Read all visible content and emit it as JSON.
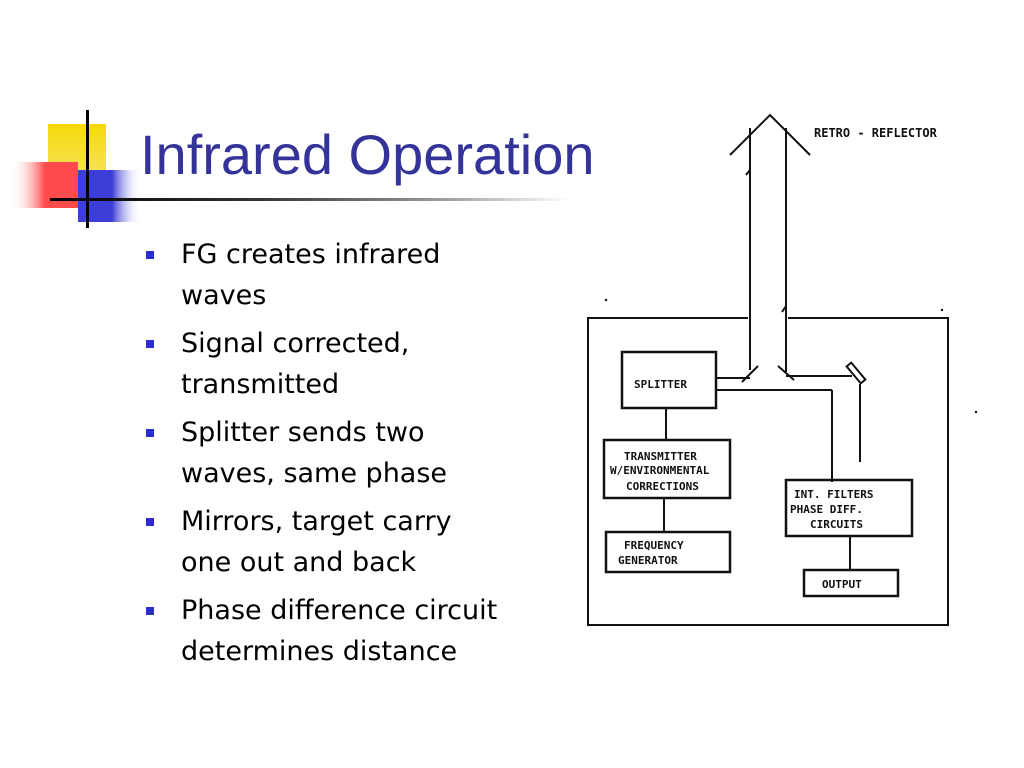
{
  "slide": {
    "title": "Infrared Operation",
    "bullets": [
      {
        "lines": [
          "FG creates infrared",
          "waves"
        ]
      },
      {
        "lines": [
          "Signal corrected,",
          "transmitted"
        ]
      },
      {
        "lines": [
          "Splitter sends two",
          "waves, same phase"
        ]
      },
      {
        "lines": [
          "Mirrors, target carry",
          "one out and back"
        ]
      },
      {
        "lines": [
          "Phase difference circuit",
          "determines distance"
        ]
      }
    ]
  },
  "diagram": {
    "retro_reflector": "RETRO - REFLECTOR",
    "splitter": "SPLITTER",
    "transmitter": [
      "TRANSMITTER",
      "W/ENVIRONMENTAL",
      "CORRECTIONS"
    ],
    "frequency_generator": [
      "FREQUENCY",
      "GENERATOR"
    ],
    "filters": [
      "INT. FILTERS",
      "PHASE DIFF.",
      "CIRCUITS"
    ],
    "output": "OUTPUT"
  },
  "colors": {
    "title": "#333399",
    "bullet": "#2b2bd1",
    "logo_yellow": "#f5d90a",
    "logo_blue": "#3d3dd8",
    "logo_red": "#ff4b4b"
  }
}
